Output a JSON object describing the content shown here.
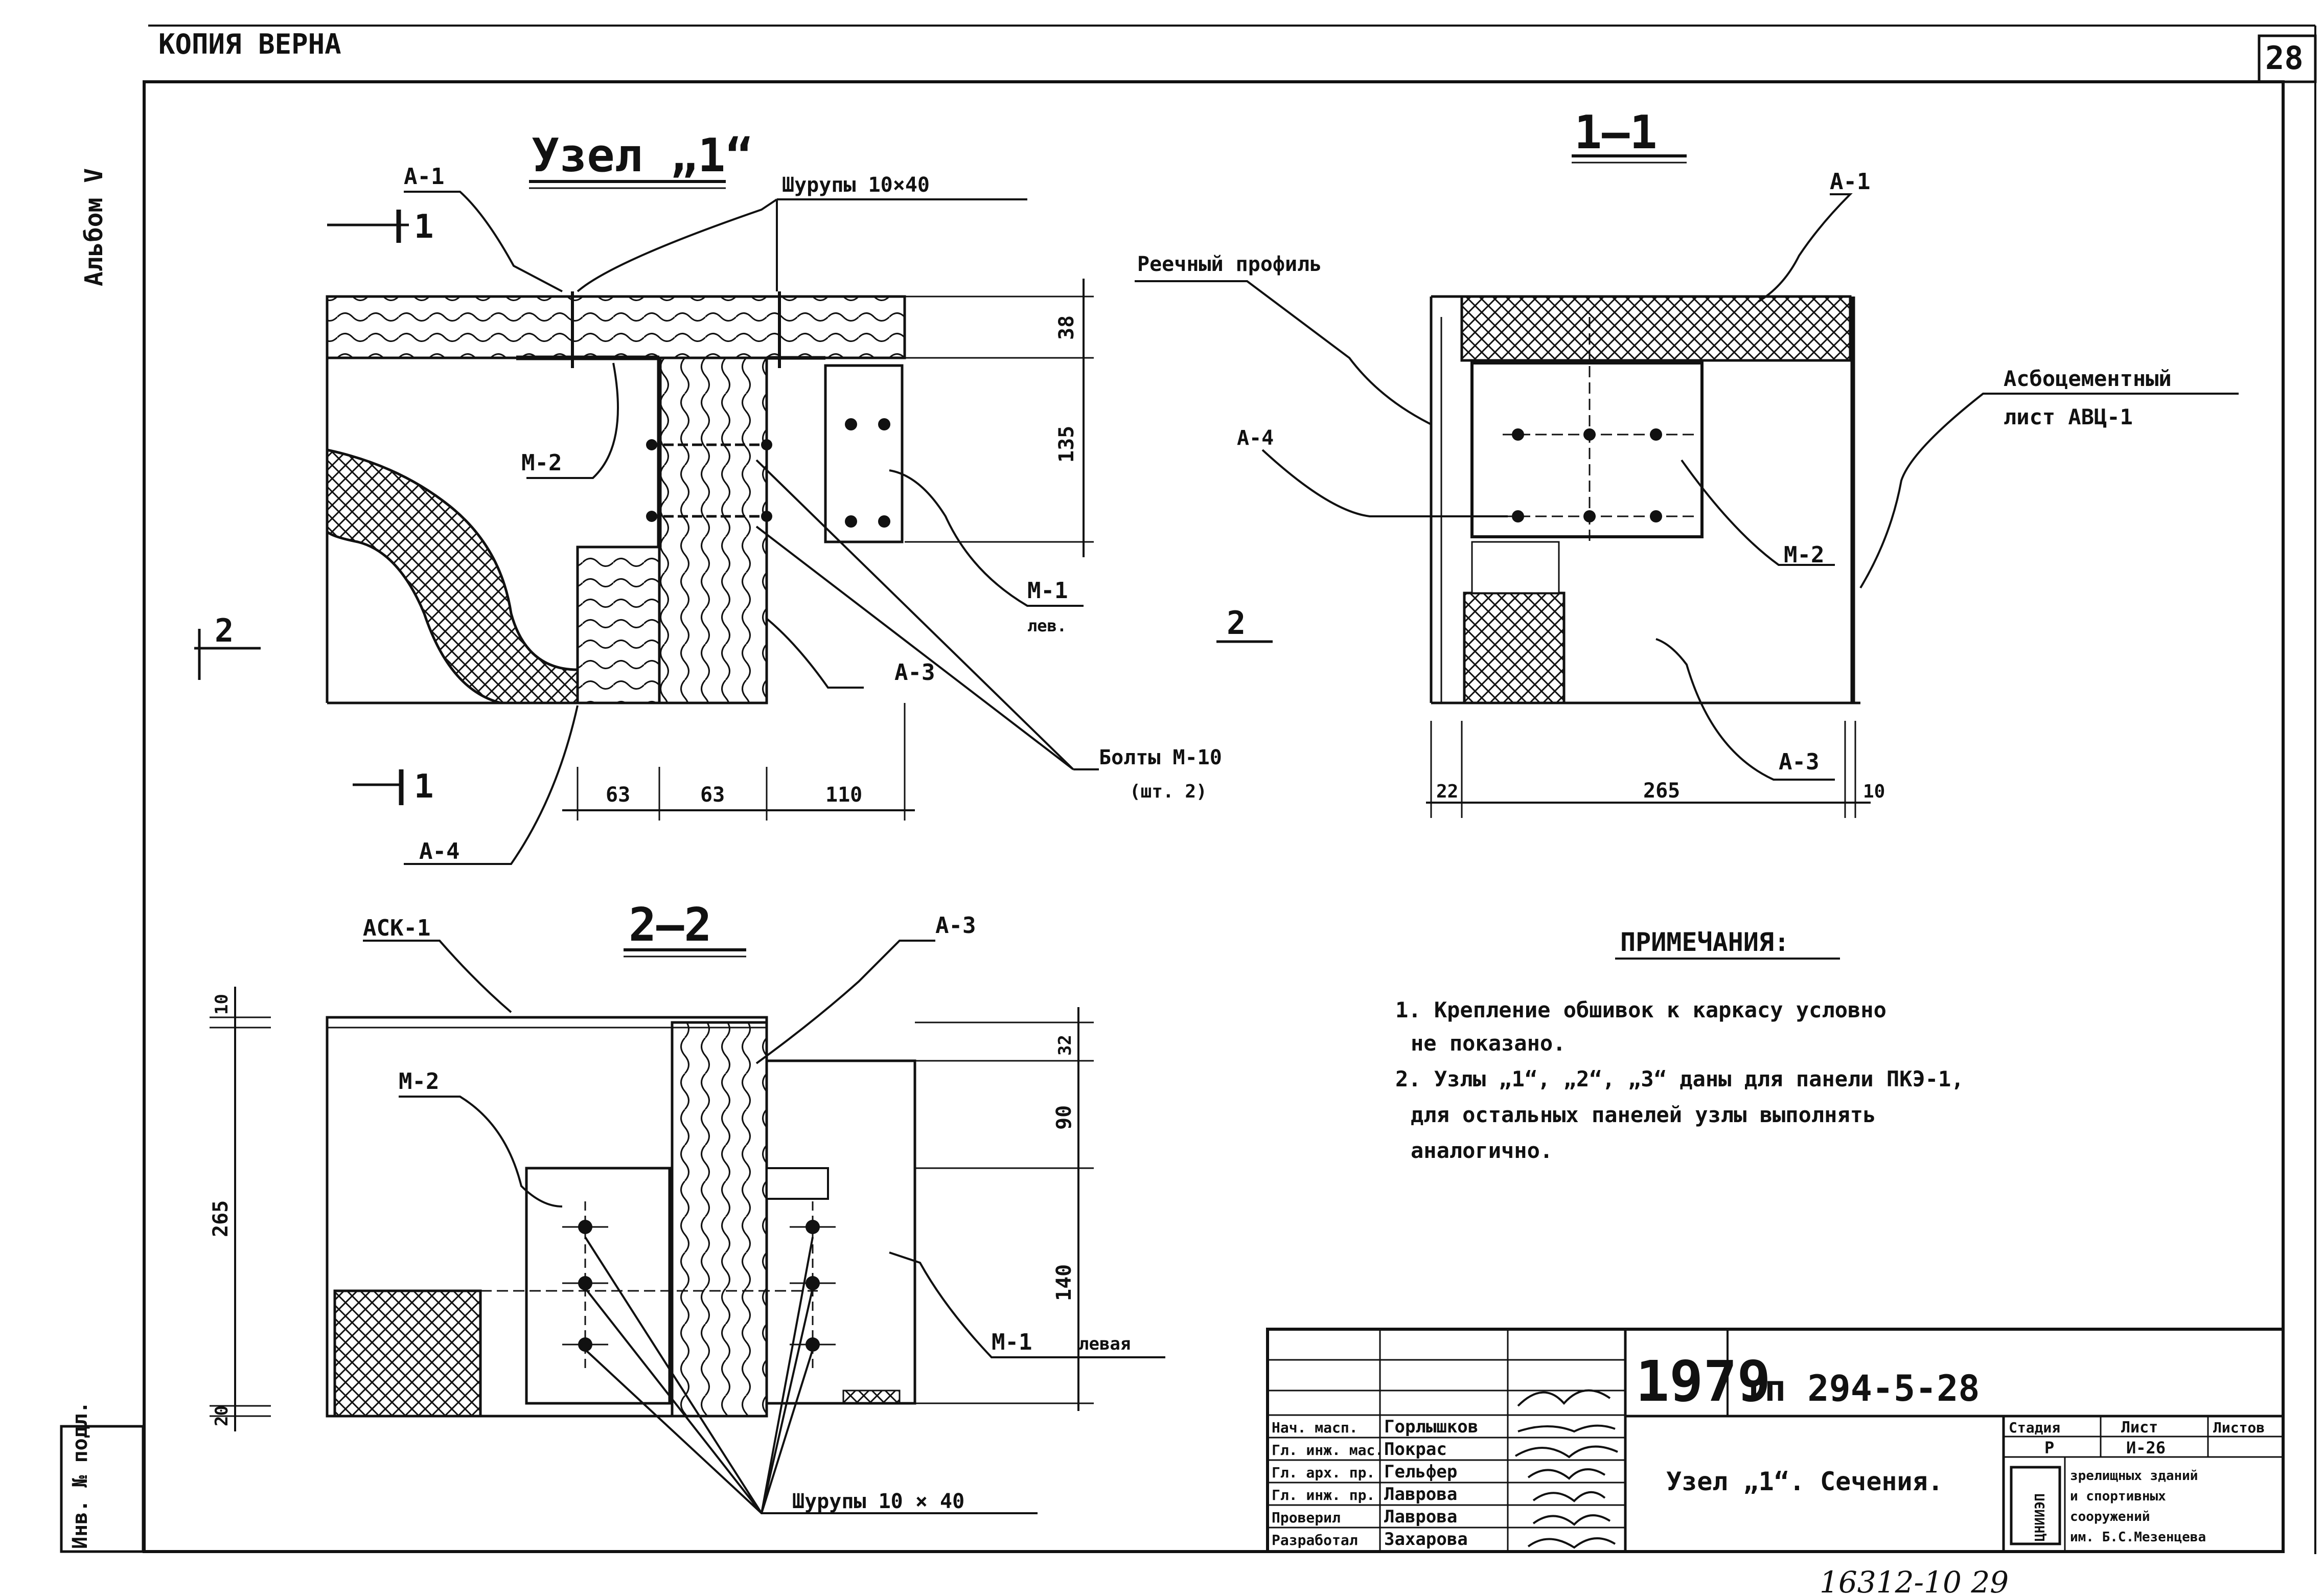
{
  "sheet": {
    "stamp_top": "КОПИЯ ВЕРНА",
    "sheet_number": "28",
    "album_side": "Альбом V",
    "inv_side": "Инв. № подл.",
    "bottom_handwritten": "16312-10  29"
  },
  "views": {
    "node1_title": "Узел „1“",
    "section11_title": "1—1",
    "section22_title": "2—2",
    "cut_mark_1": "1",
    "cut_mark_2_top": "2",
    "cut_mark_2_bottom": "2"
  },
  "labels": {
    "a1_left": "А-1",
    "screws_top": "Шурупы 10×40",
    "m2_left": "М-2",
    "m1_left": "М-1",
    "m1_left_sub": "лев.",
    "a3_left": "А-3",
    "a4_left": "А-4",
    "bolts": "Болты М-10",
    "bolts_sub": "(шт. 2)",
    "rail_profile": "Реечный профиль",
    "a1_right": "А-1",
    "a4_right": "А-4",
    "asb_sheet_1": "Асбоцементный",
    "asb_sheet_2": "лист АВЦ-1",
    "m2_right": "М-2",
    "a3_right": "А-3",
    "ask1": "АСК-1",
    "a3_bottom": "А-3",
    "m2_bottom": "М-2",
    "m1_bottom": "М-1",
    "m1_bottom_sub": "левая",
    "screws_bottom": "Шурупы 10 × 40"
  },
  "dimensions": {
    "d38": "38",
    "d135": "135",
    "d63a": "63",
    "d63b": "63",
    "d110": "110",
    "d22": "22",
    "d265": "265",
    "d10r": "10",
    "d10top": "10",
    "d32": "32",
    "d90": "90",
    "d265v": "265",
    "d140": "140",
    "d20": "20"
  },
  "notes": {
    "heading": "ПРИМЕЧАНИЯ:",
    "n1a": "1. Крепление обшивок к каркасу условно",
    "n1b": "не показано.",
    "n2a": "2. Узлы „1“, „2“, „3“ даны для панели ПКЭ-1,",
    "n2b": "для остальных панелей узлы выполнять",
    "n2c": "аналогично."
  },
  "title_block": {
    "year": "1979",
    "doc_code": "тп  294-5-28",
    "title": "Узел „1“. Сечения.",
    "roles": [
      "Нач. масп.",
      "Гл. инж. мас.",
      "Гл. арх. пр.",
      "Гл. инж. пр.",
      "Проверил",
      "Разработал"
    ],
    "names": [
      "Горлышков",
      "Покрас",
      "Гельфер",
      "Лаврова",
      "Лаврова",
      "Захарова"
    ],
    "stage_label": "Стадия",
    "stage_value": "Р",
    "sheet_label": "Лист",
    "sheet_value": "И-26",
    "sheets_label": "Листов",
    "org_logo": "ЦНИИЭП",
    "org_1": "зрелищных зданий",
    "org_2": "и спортивных",
    "org_3": "сооружений",
    "org_4": "им. Б.С.Мезенцева"
  }
}
